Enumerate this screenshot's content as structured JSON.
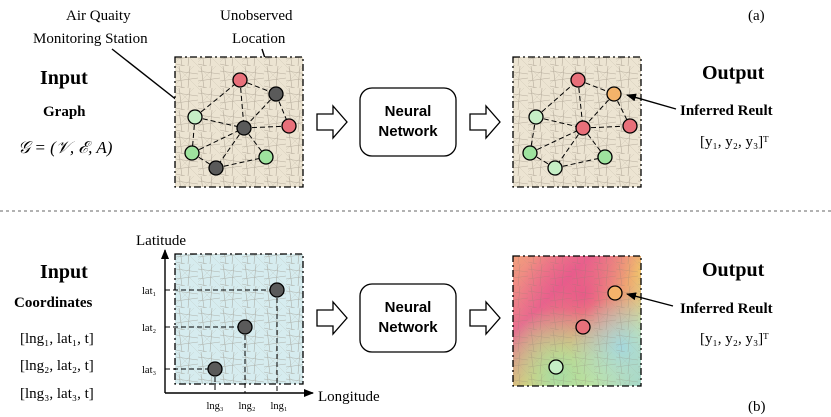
{
  "labels": {
    "panel_a": "(a)",
    "panel_b": "(b)",
    "annotation_station_line1": "Air Quaity",
    "annotation_station_line2": "Monitoring Station",
    "annotation_unobserved_line1": "Unobserved",
    "annotation_unobserved_line2": "Location"
  },
  "top": {
    "input_title": "Input",
    "input_subtitle": "Graph",
    "formula": "𝒢 = (𝒱, ℰ, A)",
    "network_line1": "Neural",
    "network_line2": "Network",
    "output_title": "Output",
    "output_subtitle": "Inferred Reult",
    "output_vector": "[y₁, y₂, y₃]ᵀ"
  },
  "bottom": {
    "input_title": "Input",
    "input_subtitle": "Coordinates",
    "coord_rows": [
      "[lng₁, lat₁, t]",
      "[lng₂, lat₂, t]",
      "[lng₃, lat₃, t]"
    ],
    "axis_y_label": "Latitude",
    "axis_x_label": "Longitude",
    "lat_ticks": [
      "lat₁",
      "lat₂",
      "lat₃"
    ],
    "lng_ticks": [
      "lng₃",
      "lng₂",
      "lng₁"
    ],
    "network_line1": "Neural",
    "network_line2": "Network",
    "output_title": "Output",
    "output_subtitle": "Inferred Reult",
    "output_vector": "[y₁, y₂, y₃]ᵀ"
  },
  "colors": {
    "station_green": "#c6efc6",
    "observed_red": "#e8707a",
    "unobserved_gray": "#5a5a5a",
    "inferred_orange": "#f4b36a",
    "map_top": "#ece4d2",
    "map_bottom_input": "#d6ecef"
  }
}
